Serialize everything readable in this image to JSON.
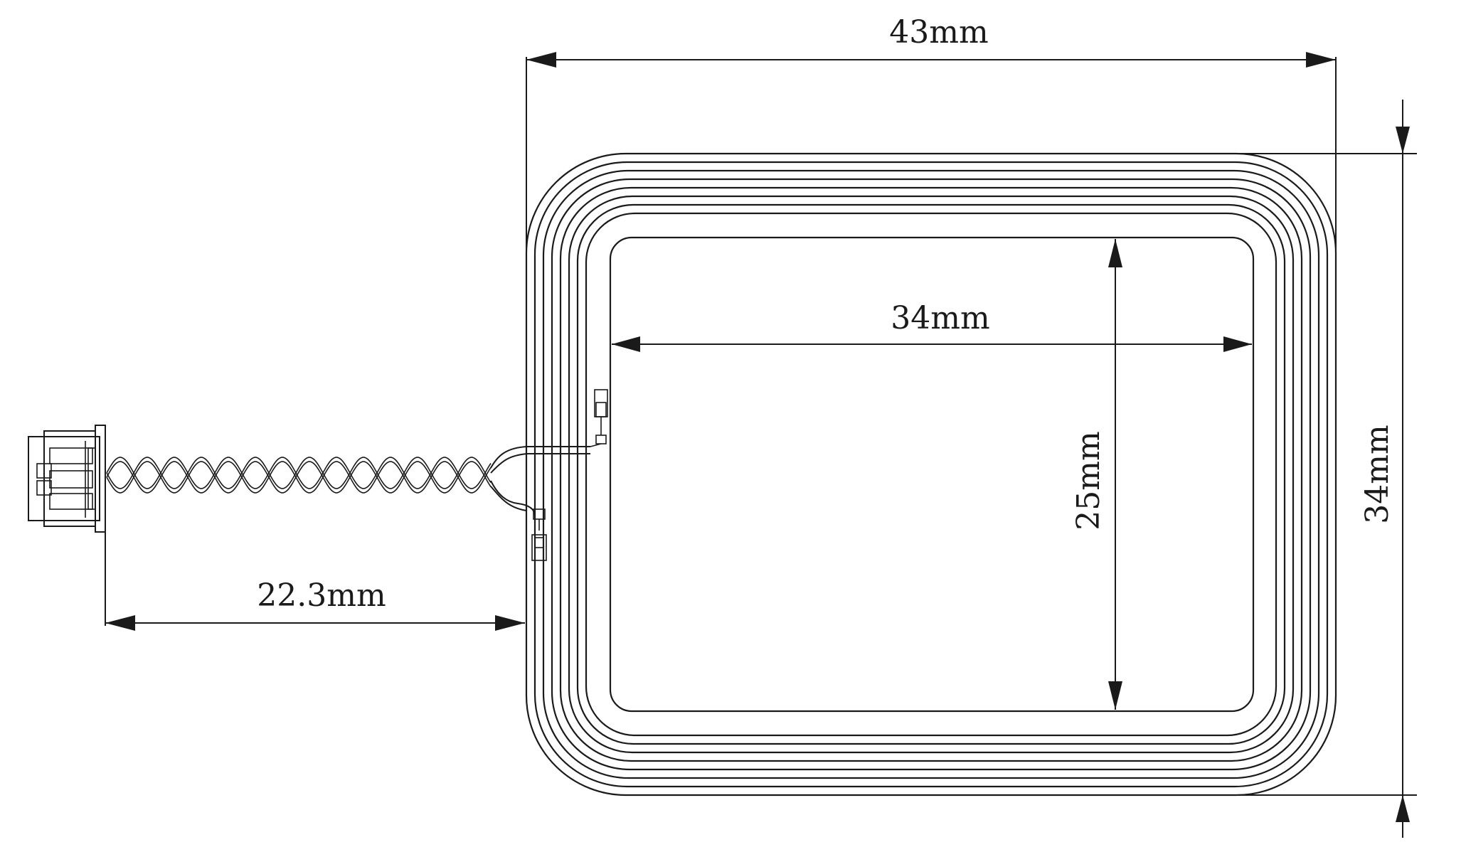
{
  "dimensions": {
    "outer_width": "43mm",
    "outer_height": "34mm",
    "inner_width": "34mm",
    "inner_height": "25mm",
    "lead_length": "22.3mm"
  },
  "colors": {
    "line": "#1a1a1a",
    "background": "#ffffff"
  }
}
